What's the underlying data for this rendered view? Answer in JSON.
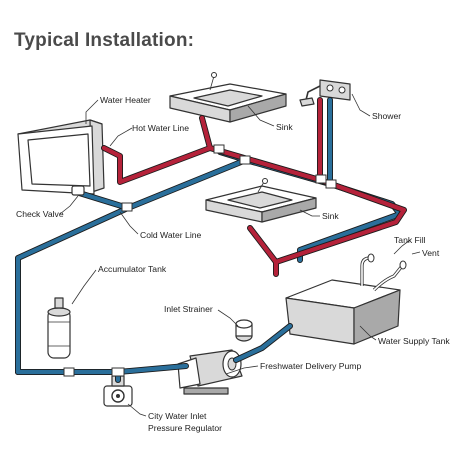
{
  "title": "Typical Installation:",
  "labels": {
    "water_heater": "Water Heater",
    "hot_water_line": "Hot Water Line",
    "sink_top": "Sink",
    "shower": "Shower",
    "sink_mid": "Sink",
    "check_valve": "Check Valve",
    "cold_water_line": "Cold Water Line",
    "tank_fill": "Tank Fill",
    "vent": "Vent",
    "accumulator_tank": "Accumulator Tank",
    "inlet_strainer": "Inlet Strainer",
    "water_supply_tank": "Water Supply Tank",
    "freshwater_delivery_pump": "Freshwater Delivery Pump",
    "city_water_inlet_line1": "City Water Inlet",
    "city_water_inlet_line2": "Pressure Regulator"
  },
  "colors": {
    "hot_pipe": "#b5223a",
    "cold_pipe": "#2a6f9b",
    "title_text": "#4a4a4a"
  }
}
